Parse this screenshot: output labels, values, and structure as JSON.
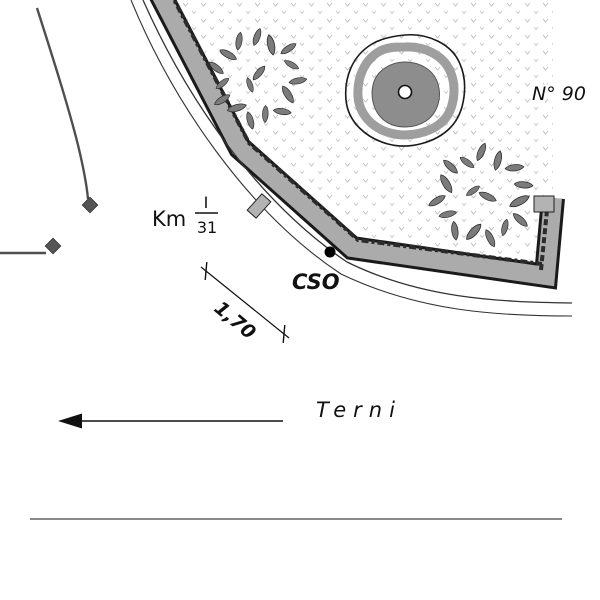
{
  "drawing": {
    "house_number": "N° 90",
    "km_label": "Km",
    "km_fraction_numerator": "I",
    "km_fraction_denominator": "31",
    "dimension_value": "1,70",
    "road_abbreviation": "CSO",
    "direction_town": "Terni"
  },
  "colors": {
    "band_gray": "#ababab",
    "leaf_gray": "#7b7b7b",
    "tree_fill_gray": "#8d8d8d",
    "tree_ring_gray": "#9e9e9e",
    "stipple_gray": "#bdbdbd",
    "marker_gray": "#555555",
    "ink": "#1a1a1a"
  }
}
